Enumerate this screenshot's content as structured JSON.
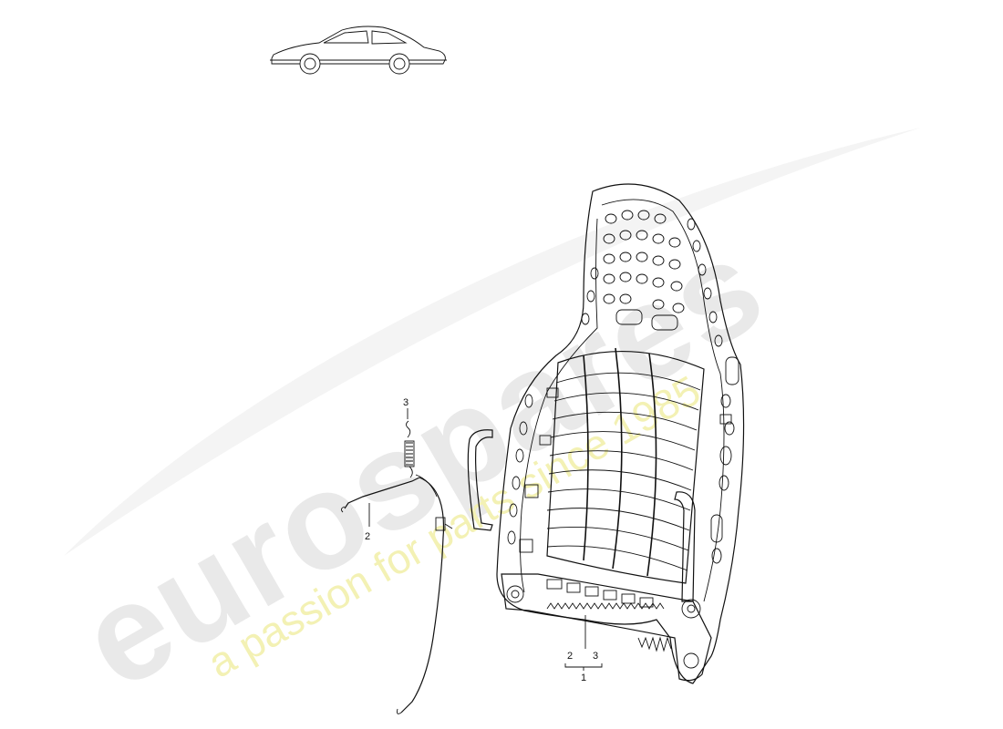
{
  "watermark": {
    "brand": "eurospares",
    "tagline": "a passion for parts since 1985",
    "brand_color": "#e9e9e9",
    "tagline_color": "#f3f1b4"
  },
  "callouts": {
    "spring": "3",
    "cable": "2",
    "group_left": "2",
    "group_right": "3",
    "assembly": "1"
  },
  "icons": [
    "car-thumbnail-icon"
  ]
}
